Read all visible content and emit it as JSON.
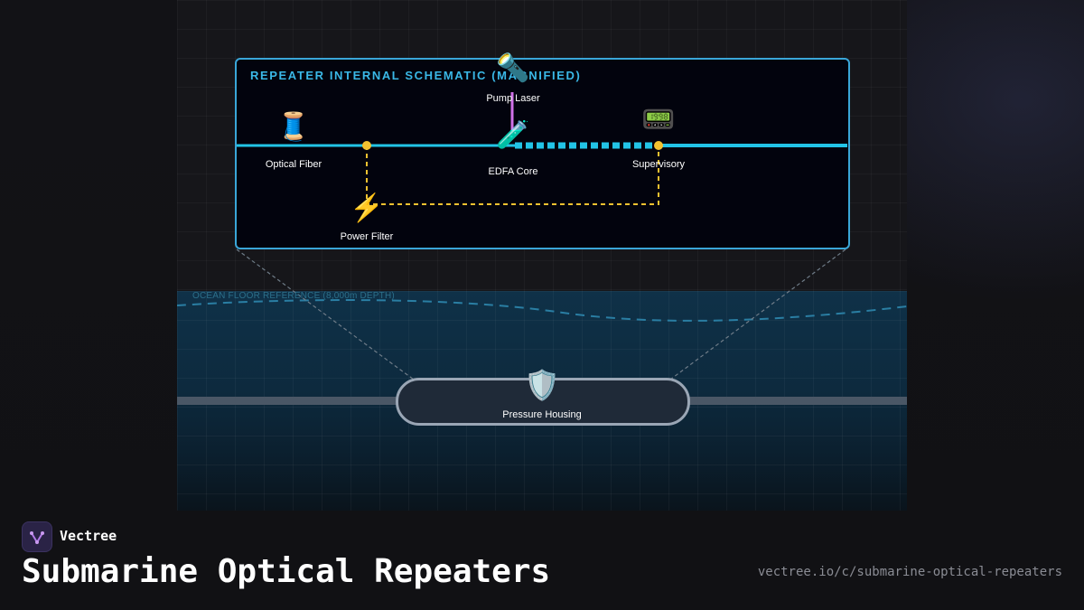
{
  "schematic": {
    "title": "REPEATER INTERNAL SCHEMATIC (MAGNIFIED)",
    "components": [
      {
        "id": "optical-fiber",
        "label": "Optical Fiber",
        "icon": "thread-spool-icon",
        "glyph": "🧵"
      },
      {
        "id": "power-filter",
        "label": "Power Filter",
        "icon": "lightning-bolt-icon",
        "glyph": "⚡"
      },
      {
        "id": "pump-laser",
        "label": "Pump Laser",
        "icon": "flashlight-icon",
        "glyph": "🔦"
      },
      {
        "id": "edfa-core",
        "label": "EDFA Core",
        "icon": "test-tube-icon",
        "glyph": "🧪"
      },
      {
        "id": "supervisory",
        "label": "Supervisory",
        "icon": "pager-icon",
        "glyph": "📟"
      }
    ],
    "colors": {
      "border": "#3aa6d8",
      "fiber": "#22c4e6",
      "power": "#f2c230",
      "pump": "#d070e8"
    }
  },
  "ocean": {
    "reference_label": "OCEAN FLOOR REFERENCE (8,000m DEPTH)",
    "housing": {
      "label": "Pressure Housing",
      "icon": "shield-icon",
      "glyph": "🛡️"
    }
  },
  "footer": {
    "brand": "Vectree",
    "title": "Submarine Optical Repeaters",
    "url": "vectree.io/c/submarine-optical-repeaters"
  }
}
